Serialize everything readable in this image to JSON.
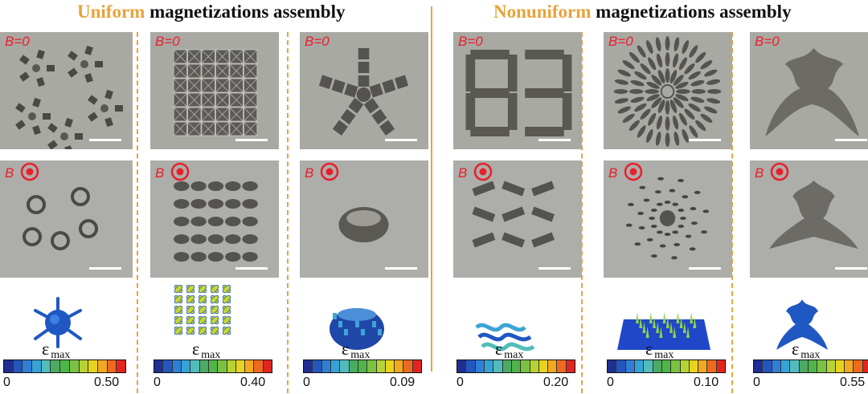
{
  "headings": {
    "left_highlight": "Uniform",
    "left_rest": " magnetizations assembly",
    "right_highlight": "Nonuniform",
    "right_rest": " magnetizations assembly"
  },
  "labels": {
    "field_off": "B=0",
    "field_on": "B",
    "epsilon": "ε",
    "epsilon_sub": "max"
  },
  "colors": {
    "accent": "#e8a33b",
    "field_label": "#e8202a",
    "colorbar": [
      "#1f2f93",
      "#2456bd",
      "#2f7fd6",
      "#36a3d6",
      "#52bcbc",
      "#4caa63",
      "#4fb548",
      "#7cc142",
      "#b6d334",
      "#e8d41e",
      "#f3a91f",
      "#ee6a1e",
      "#e3241f"
    ]
  },
  "panels": [
    {
      "id": "uniform-star-hexagons",
      "legend_zero": "0",
      "legend_max": "0.50"
    },
    {
      "id": "uniform-grid",
      "legend_zero": "0",
      "legend_max": "0.40"
    },
    {
      "id": "uniform-pentagon-star",
      "legend_zero": "0",
      "legend_max": "0.09"
    },
    {
      "id": "nonuniform-figure-eight",
      "legend_zero": "0",
      "legend_max": "0.20"
    },
    {
      "id": "nonuniform-radial-petals",
      "legend_zero": "0",
      "legend_max": "0.10"
    },
    {
      "id": "nonuniform-tentacle-shape",
      "legend_zero": "0",
      "legend_max": "0.55"
    }
  ]
}
